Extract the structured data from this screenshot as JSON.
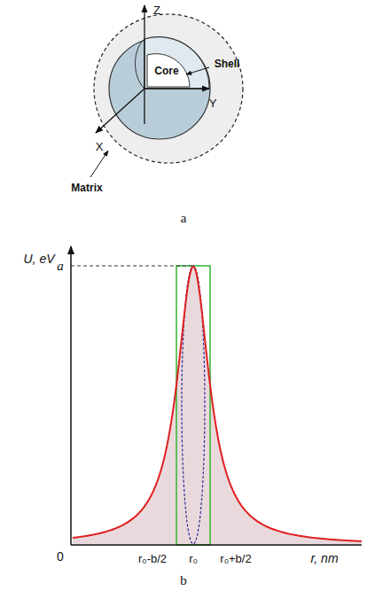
{
  "diagram": {
    "labels": [
      "Z",
      "Y",
      "X",
      "Core",
      "Shell",
      "Matrix",
      "a",
      "U, eV",
      "a",
      "0",
      "r₀-b/2",
      "r₀",
      "r₀+b/2",
      "r, nm",
      "b"
    ]
  }
}
